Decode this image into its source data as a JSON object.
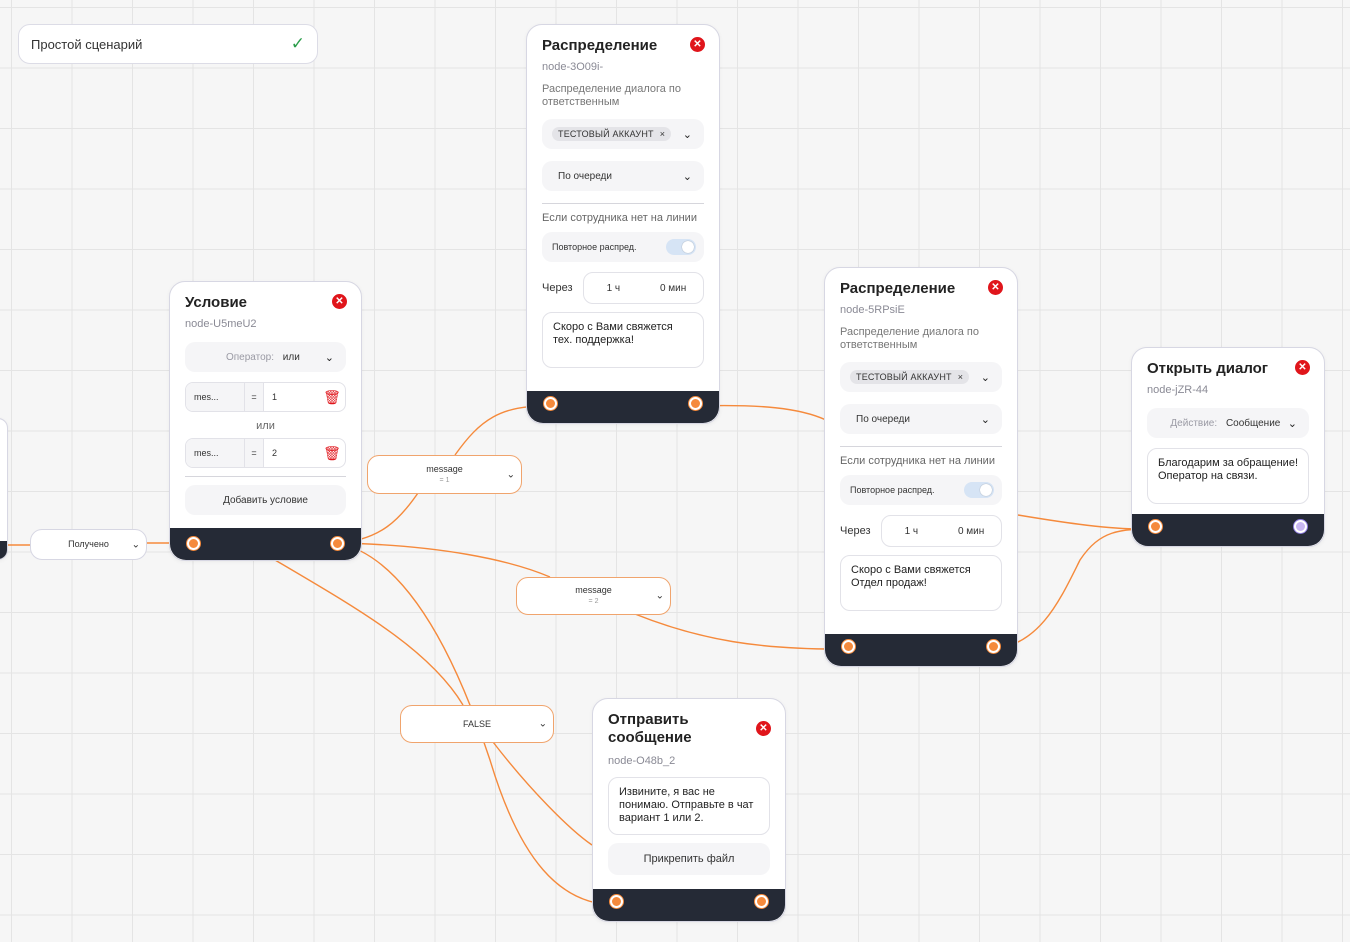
{
  "scenario": {
    "name": "Простой сценарий"
  },
  "nodes": {
    "condition": {
      "title": "Условие",
      "id": "node-U5meU2",
      "operator_label": "Оператор:",
      "operator_value": "или",
      "rows": [
        {
          "field": "mes...",
          "op": "=",
          "value": "1"
        },
        {
          "field": "mes...",
          "op": "=",
          "value": "2"
        }
      ],
      "or_label": "или",
      "add_button": "Добавить условие"
    },
    "distribution_1": {
      "title": "Распределение",
      "id": "node-3O09i-",
      "desc": "Распределение диалога по ответственным",
      "chip": "ТЕСТОВЫЙ АККАУНТ",
      "mode": "По очереди",
      "offline_label": "Если сотрудника нет на линии",
      "retoggle_label": "Повторное распред.",
      "delay_label": "Через",
      "delay_hours": "1 ч",
      "delay_minutes": "0 мин",
      "message": "Скоро с Вами свяжется тех. поддержка!"
    },
    "distribution_2": {
      "title": "Распределение",
      "id": "node-5RPsiE",
      "desc": "Распределение диалога по ответственным",
      "chip": "ТЕСТОВЫЙ АККАУНТ",
      "mode": "По очереди",
      "offline_label": "Если сотрудника нет на линии",
      "retoggle_label": "Повторное распред.",
      "delay_label": "Через",
      "delay_hours": "1 ч",
      "delay_minutes": "0 мин",
      "message": "Скоро с Вами свяжется Отдел продаж!"
    },
    "open_dialog": {
      "title": "Открыть диалог",
      "id": "node-jZR-44",
      "action_label": "Действие:",
      "action_value": "Сообщение",
      "message": "Благодарим за обращение! Оператор на связи."
    },
    "send_message": {
      "title": "Отправить сообщение",
      "id": "node-O48b_2",
      "message": "Извините, я вас не понимаю. Отправьте в чат вариант 1 или 2.",
      "attach_button": "Прикрепить файл"
    }
  },
  "edges": {
    "received": {
      "label": "Получено"
    },
    "msg1": {
      "label": "message",
      "sub": "= 1"
    },
    "msg2": {
      "label": "message",
      "sub": "= 2"
    },
    "false": {
      "label": "FALSE"
    }
  },
  "colors": {
    "edge": "#f58a3c",
    "footer": "#252a36",
    "close": "#e0151b"
  }
}
